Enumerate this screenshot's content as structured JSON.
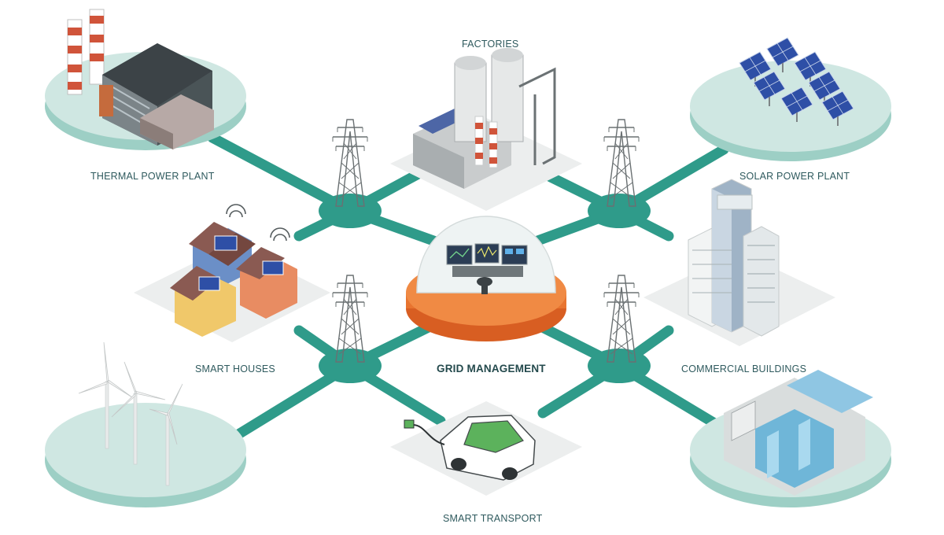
{
  "labels": {
    "thermal": "THERMAL POWER PLANT",
    "factories": "FACTORIES",
    "solar": "SOLAR POWER PLANT",
    "smart_houses": "SMART HOUSES",
    "grid": "GRID MANAGEMENT",
    "commercial": "COMMERCIAL BUILDINGS",
    "transport": "SMART TRANSPORT"
  },
  "colors": {
    "teal": "#2f9b8a",
    "teal_light": "#cfe7e2",
    "platform": "#ecefee",
    "orange": "#e8742f",
    "accent_green": "#5cb25c"
  }
}
